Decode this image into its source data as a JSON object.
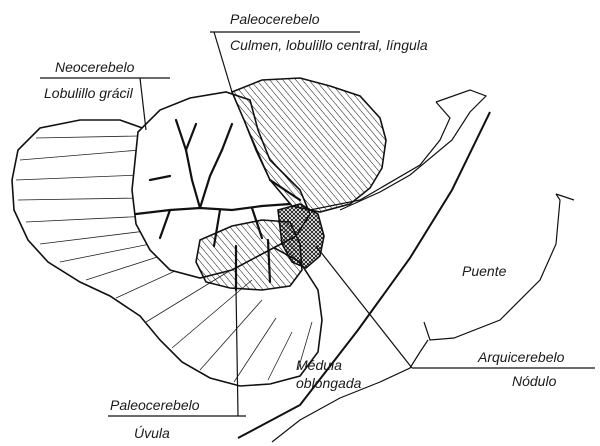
{
  "labels": {
    "paleocerebelo_top": "Paleocerebelo",
    "culmen": "Culmen, lobulillo central, língula",
    "neocerebelo": "Neocerebelo",
    "lobulillo_gracil": "Lobulillo grácil",
    "puente": "Puente",
    "medula_1": "Médula",
    "medula_2": "oblongada",
    "arquicerebelo": "Arquicerebelo",
    "nodulo": "Nódulo",
    "paleocerebelo_bottom": "Paleocerebelo",
    "uvula": "Úvula"
  }
}
